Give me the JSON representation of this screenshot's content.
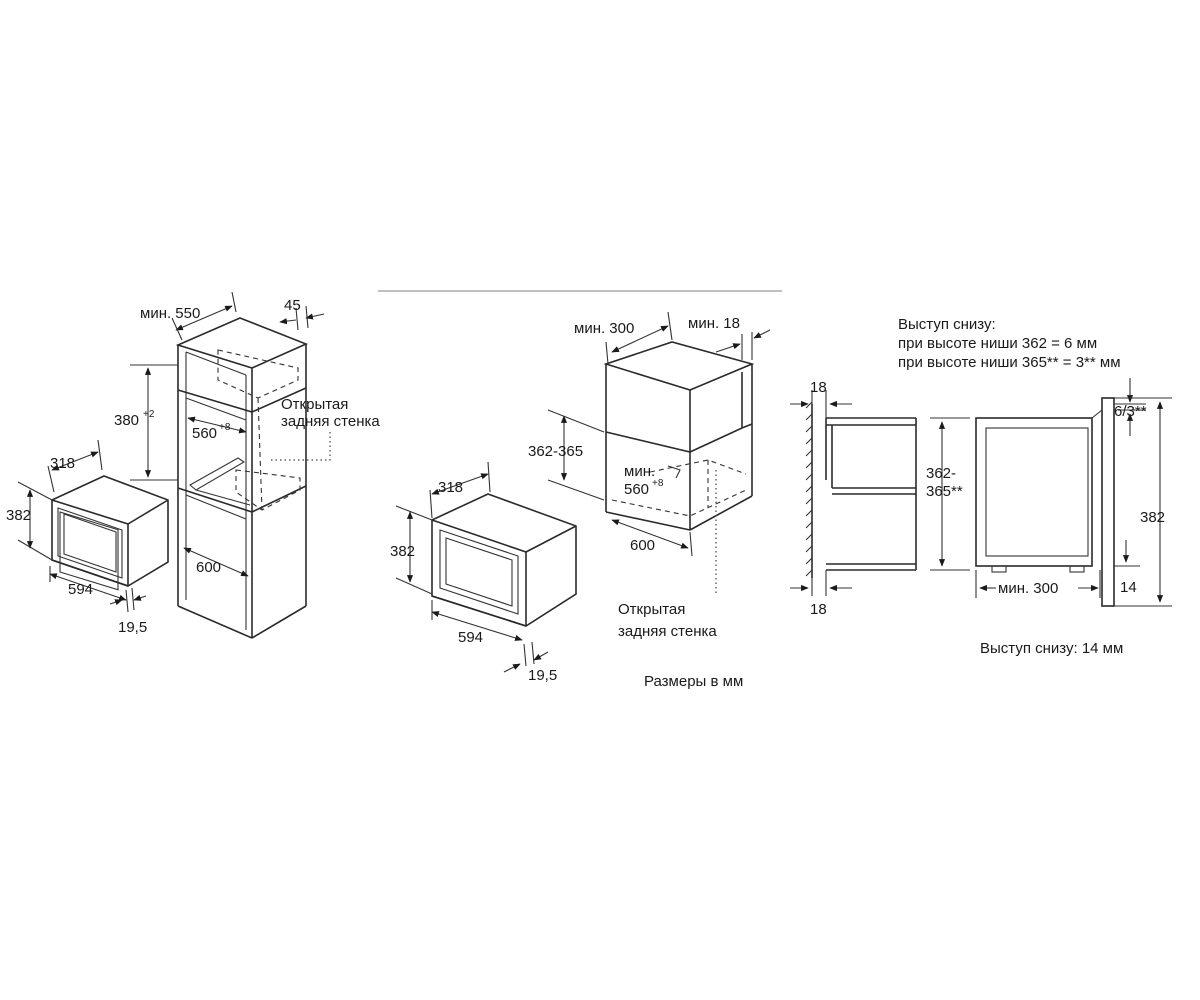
{
  "left_view": {
    "depth_min_label": "мин. 550",
    "depth_45": "45",
    "niche_height_base": "380",
    "niche_height_sup": "+2",
    "niche_width_base": "560",
    "niche_width_sup": "+8",
    "open_back_line1": "Открытая",
    "open_back_line2": "задняя стенка",
    "cabinet_width": "600",
    "device_depth": "318",
    "device_height": "382",
    "device_width": "594",
    "front_thickness": "19,5"
  },
  "middle_view": {
    "depth_min_label": "мин. 300",
    "side_min_label": "мин. 18",
    "niche_height": "362-365",
    "niche_width_prefix": "мин.",
    "niche_width_base": "560",
    "niche_width_sup": "+8",
    "cabinet_width": "600",
    "device_depth": "318",
    "device_height": "382",
    "device_width": "594",
    "front_thickness": "19,5",
    "open_back_line1": "Открытая",
    "open_back_line2": "задняя стенка",
    "units_note": "Размеры в мм"
  },
  "right_view": {
    "top_note_line1": "Выступ снизу:",
    "top_note_line2": "при высоте ниши 362 = 6 мм",
    "top_note_line3": "при высоте ниши 365** = 3** мм",
    "panel_top": "18",
    "panel_bottom": "18",
    "niche_height_line1": "362-",
    "niche_height_line2": "365**",
    "offset_label": "6/3**",
    "device_height": "382",
    "depth_min_label": "мин. 300",
    "bottom_offset": "14",
    "bottom_note": "Выступ снизу: 14 мм"
  }
}
